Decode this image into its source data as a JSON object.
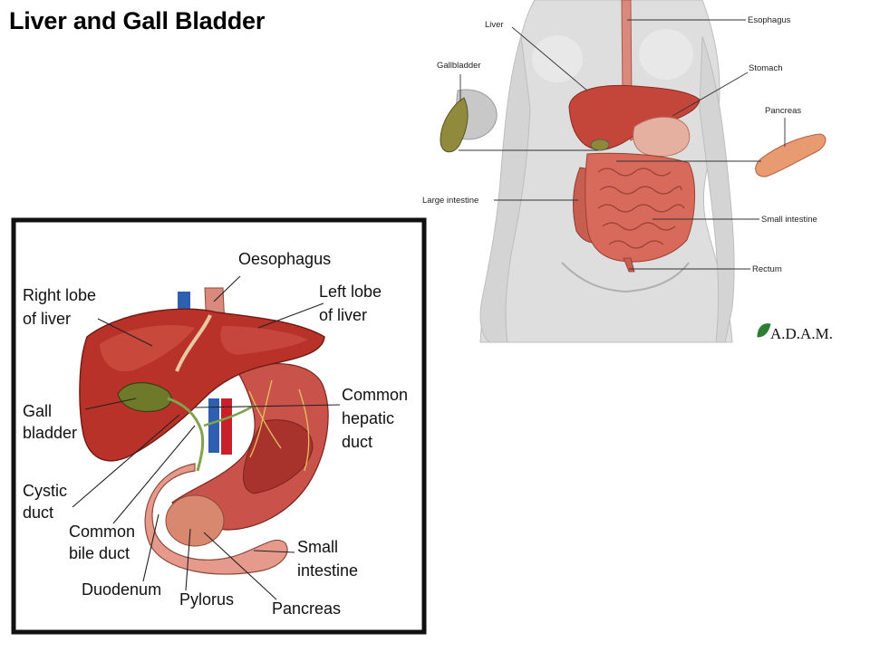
{
  "title": "Liver and Gall Bladder",
  "left_diagram": {
    "labels": {
      "oesophagus": "Oesophagus",
      "right_lobe_1": "Right lobe",
      "right_lobe_2": "of liver",
      "left_lobe_1": "Left lobe",
      "left_lobe_2": "of liver",
      "gall_1": "Gall",
      "gall_2": "bladder",
      "common_hepatic_1": "Common",
      "common_hepatic_2": "hepatic",
      "common_hepatic_3": "duct",
      "cystic_1": "Cystic",
      "cystic_2": "duct",
      "common_bile_1": "Common",
      "common_bile_2": "bile duct",
      "small_int_1": "Small",
      "small_int_2": "intestine",
      "duodenum": "Duodenum",
      "pylorus": "Pylorus",
      "pancreas": "Pancreas"
    }
  },
  "right_diagram": {
    "labels": {
      "liver": "Liver",
      "esophagus": "Esophagus",
      "gallbladder": "Gallbladder",
      "stomach": "Stomach",
      "pancreas": "Pancreas",
      "large_intestine": "Large intestine",
      "small_intestine": "Small intestine",
      "rectum": "Rectum"
    },
    "logo_text": "A.D.A.M."
  },
  "colors": {
    "liver": "#b8322a",
    "liver_highlight": "#d2564a",
    "gallbladder": "#6e7a2a",
    "vessel_blue": "#2f5fb0",
    "vessel_red": "#c8202a",
    "body_gray": "#dcdcdc",
    "logo_green": "#2f7d32"
  }
}
